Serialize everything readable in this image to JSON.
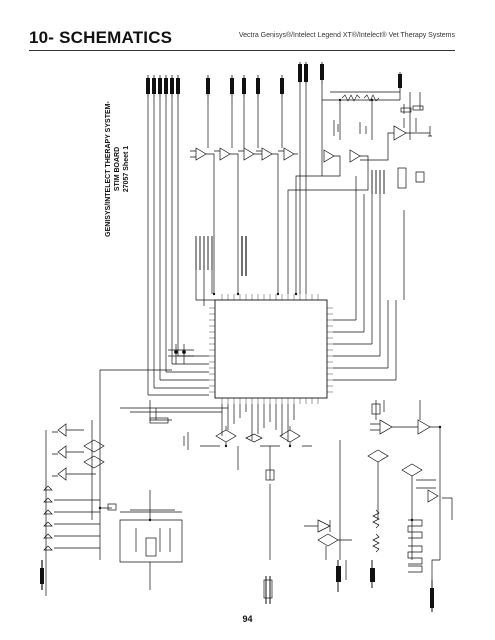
{
  "header": {
    "section_title": "10- SCHEMATICS",
    "product_line": "Vectra Genisys®/Intelect Legend XT®/Intelect® Vet Therapy Systems"
  },
  "board": {
    "title_line1": "GENISYS/INTELECT THERAPY SYSTEM-",
    "title_line2": "STIM BOARD",
    "title_line3": "27057 Sheet 1"
  },
  "footer": {
    "page_number": "94"
  }
}
